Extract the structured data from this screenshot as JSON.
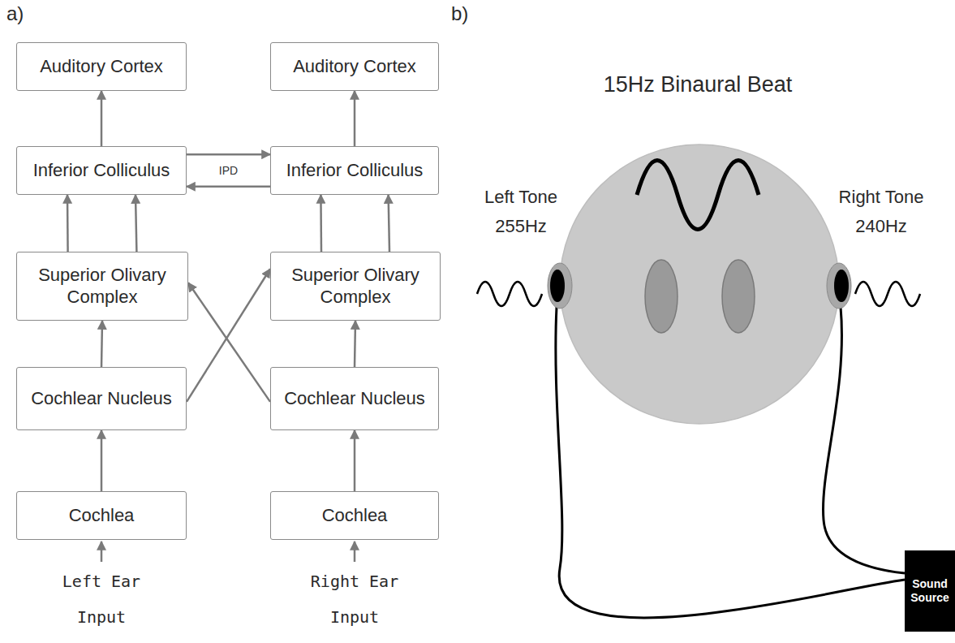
{
  "diagram": {
    "nodes": [
      {
        "text": [
          "Auditory Cortex"
        ]
      },
      {
        "text": [
          "Auditory Cortex"
        ]
      },
      {
        "text": [
          "Inferior Colliculus"
        ]
      },
      {
        "text": [
          "Inferior Colliculus"
        ]
      },
      {
        "text": [
          "Superior Olivary Complex"
        ]
      },
      {
        "text": [
          "Superior Olivary Complex"
        ]
      },
      {
        "text": [
          "Cochlear Nucleus"
        ]
      },
      {
        "text": [
          "Cochlear Nucleus"
        ]
      },
      {
        "text": [
          "Cochlea"
        ]
      },
      {
        "text": [
          "Cochlea"
        ]
      },
      {
        "text": [
          "Sound Source"
        ]
      }
    ],
    "edges": [
      {
        "from": 8,
        "to": 6,
        "arrow": "to"
      },
      {
        "from": 9,
        "to": 7,
        "arrow": "to"
      },
      {
        "from": 6,
        "to": 4,
        "arrow": "to"
      },
      {
        "from": 7,
        "to": 5,
        "arrow": "to"
      },
      {
        "from": 6,
        "to": 5,
        "arrow": "to"
      },
      {
        "from": 7,
        "to": 4,
        "arrow": "to"
      },
      {
        "from": 4,
        "to": 2,
        "arrow": "to"
      },
      {
        "from": 4,
        "to": 2,
        "arrow": "to"
      },
      {
        "from": 5,
        "to": 3,
        "arrow": "to"
      },
      {
        "from": 5,
        "to": 3,
        "arrow": "to"
      },
      {
        "from": 2,
        "to": 3,
        "label": "IPD",
        "arrow": "to"
      },
      {
        "from": 3,
        "to": 2,
        "arrow": "to"
      },
      {
        "from": 2,
        "to": 0,
        "arrow": "to"
      },
      {
        "from": 3,
        "to": 1,
        "arrow": "to"
      }
    ],
    "labels": [
      "a)",
      "b)",
      "15Hz Binaural Beat",
      "Left Tone 255Hz",
      "Right Tone 240Hz",
      "Left Ear Input",
      "Right Ear Input"
    ]
  }
}
